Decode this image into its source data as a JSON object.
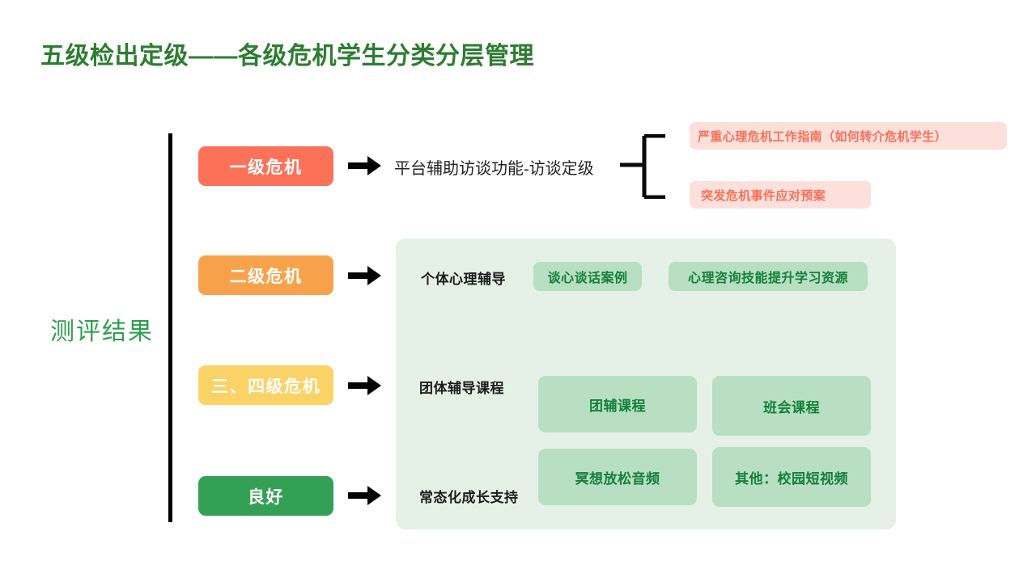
{
  "page": {
    "title": "五级检出定级——各级危机学生分类分层管理",
    "axis_label": "测评结果",
    "background_color": "#ffffff",
    "title_color": "#2e7d32",
    "axis_label_color": "#2e9e4f"
  },
  "levels": [
    {
      "label": "一级危机",
      "color": "#fb7259"
    },
    {
      "label": "二级危机",
      "color": "#f7a24b"
    },
    {
      "label": "三、四级危机",
      "color": "#fbd265"
    },
    {
      "label": "良好",
      "color": "#34a055"
    }
  ],
  "row1": {
    "interview_text": "平台辅助访谈功能-访谈定级",
    "documents": [
      {
        "label": "严重心理危机工作指南（如何转介危机学生）",
        "bg": "#fde0dc",
        "fg": "#fb6f57"
      },
      {
        "label": "突发危机事件应对预案",
        "bg": "#fde0dc",
        "fg": "#fb6f57"
      }
    ]
  },
  "panel": {
    "bg": "#e5f1e6",
    "rows": [
      {
        "label": "个体心理辅导",
        "pills": [
          {
            "label": "谈心谈话案例"
          },
          {
            "label": "心理咨询技能提升学习资源"
          }
        ]
      },
      {
        "label": "团体辅导课程",
        "cards": [
          {
            "label": "团辅课程"
          },
          {
            "label": "班会课程"
          }
        ]
      },
      {
        "label": "常态化成长支持",
        "cards": [
          {
            "label": "冥想放松音频"
          },
          {
            "label": "其他：校园短视频"
          }
        ]
      }
    ],
    "card_bg": "#b9dfc2",
    "card_fg": "#14803c"
  }
}
